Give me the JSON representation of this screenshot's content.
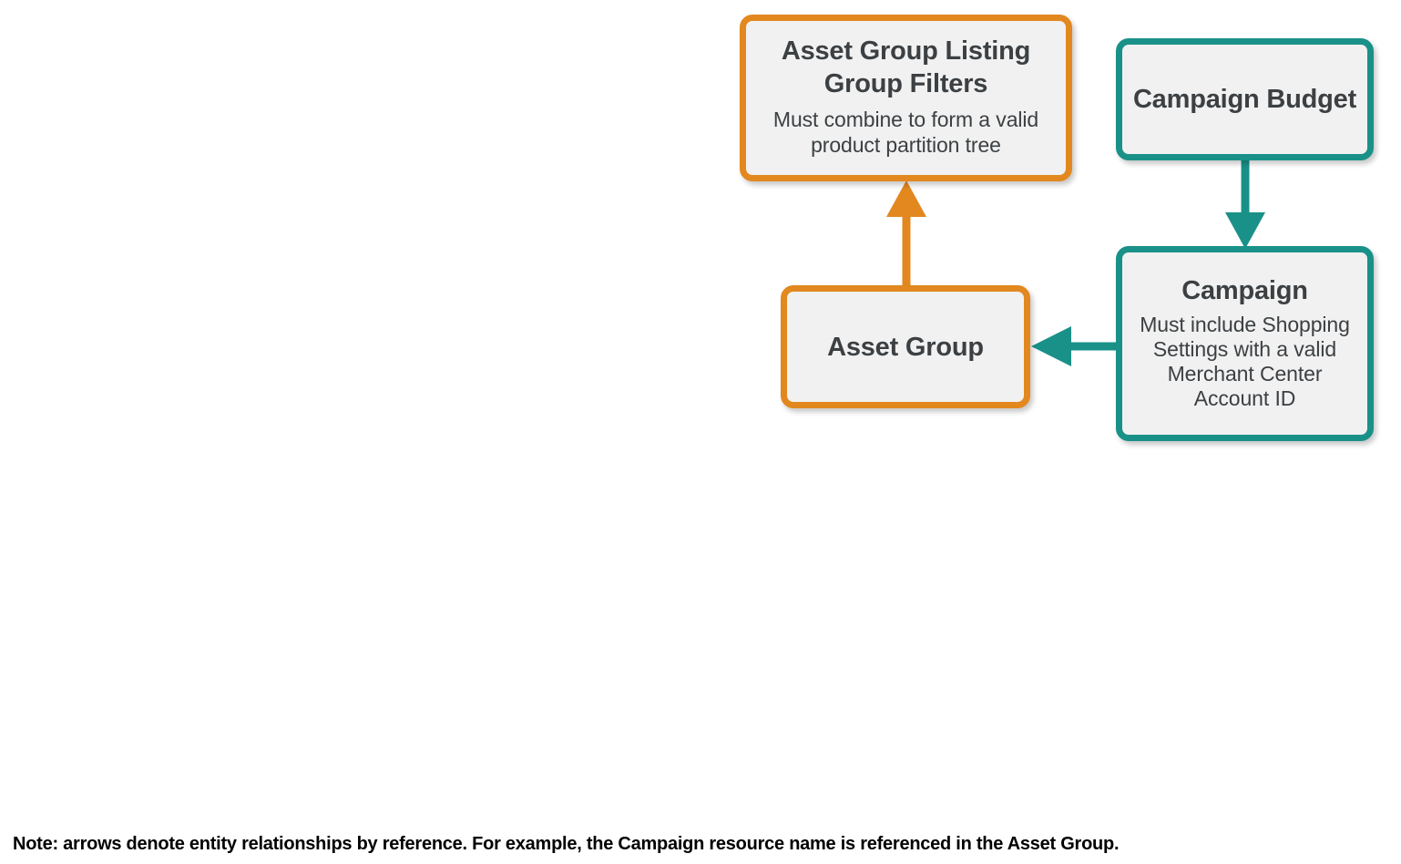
{
  "diagram": {
    "colors": {
      "orange": "#E2881F",
      "teal": "#1A9188",
      "node_fill": "#F1F1F1",
      "text": "#3C4043",
      "footnote_text": "#000000",
      "background": "#FFFFFF"
    },
    "nodes": [
      {
        "id": "asset-group-listing-group-filters",
        "title": "Asset Group Listing Group Filters",
        "description": "Must combine to form a valid product partition tree",
        "color": "#E2881F"
      },
      {
        "id": "campaign-budget",
        "title": "Campaign Budget",
        "description": "",
        "color": "#1A9188"
      },
      {
        "id": "asset-group",
        "title": "Asset Group",
        "description": "",
        "color": "#E2881F"
      },
      {
        "id": "campaign",
        "title": "Campaign",
        "description": "Must include Shopping Settings with a valid Merchant Center Account ID",
        "color": "#1A9188"
      }
    ],
    "edges": [
      {
        "id": "asset-group-to-filters",
        "from": "asset-group",
        "to": "asset-group-listing-group-filters",
        "direction": "up",
        "color": "#E2881F"
      },
      {
        "id": "campaign-budget-to-campaign",
        "from": "campaign-budget",
        "to": "campaign",
        "direction": "down",
        "color": "#1A9188"
      },
      {
        "id": "campaign-to-asset-group",
        "from": "campaign",
        "to": "asset-group",
        "direction": "left",
        "color": "#1A9188"
      }
    ],
    "footnote": "Note: arrows denote entity relationships by reference. For example, the Campaign resource name is referenced in the Asset Group."
  }
}
